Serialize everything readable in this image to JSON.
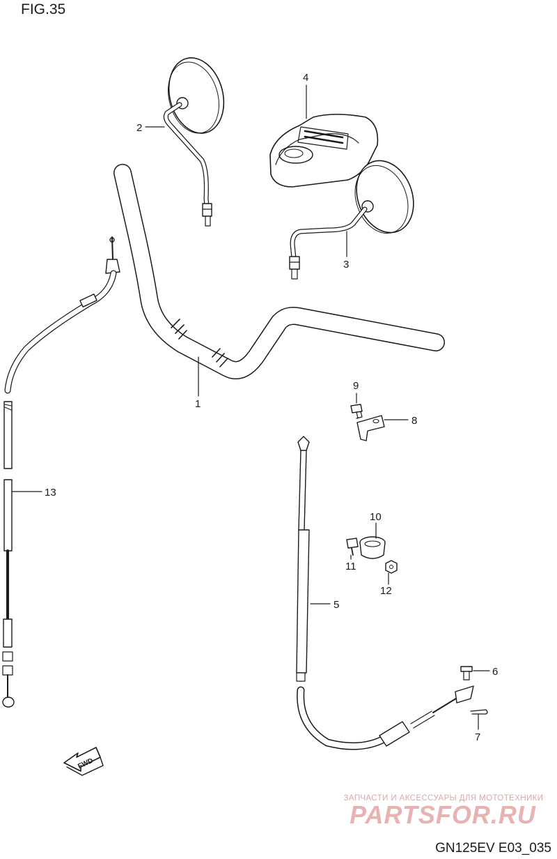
{
  "figure": {
    "title": "FIG.35",
    "reference_code": "GN125EV E03_035"
  },
  "callouts": {
    "c1": "1",
    "c2": "2",
    "c3": "3",
    "c4": "4",
    "c5": "5",
    "c6": "6",
    "c7": "7",
    "c8": "8",
    "c9": "9",
    "c10": "10",
    "c11": "11",
    "c12": "12",
    "c13": "13"
  },
  "fwd_arrow_label": "FWD",
  "watermark": {
    "tagline": "ЗАПЧАСТИ И АКСЕССУАРЫ ДЛЯ МОТОТЕХНИКИ",
    "logo": "PARTSFOR.RU"
  }
}
